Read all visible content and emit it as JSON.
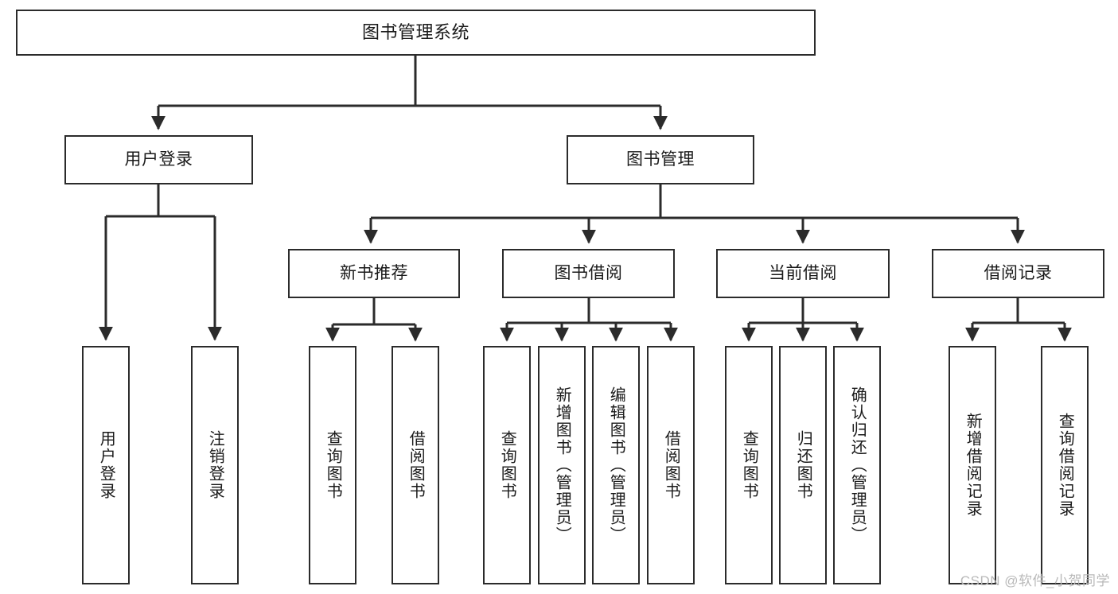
{
  "diagram": {
    "type": "tree",
    "title": "图书管理系统",
    "orientation": "top-down",
    "colors": {
      "box_border": "#2b2b2b",
      "box_fill": "#ffffff",
      "edge": "#2b2b2b",
      "text": "#1a1a1a",
      "watermark": "#b9b9b9",
      "background": "#ffffff"
    },
    "nodes": {
      "root": {
        "label": "图书管理系统",
        "level": 1
      },
      "user_login": {
        "label": "用户登录",
        "level": 2
      },
      "book_manage": {
        "label": "图书管理",
        "level": 2
      },
      "new_book_rec": {
        "label": "新书推荐",
        "level": 3
      },
      "book_borrow": {
        "label": "图书借阅",
        "level": 3
      },
      "current_borrow": {
        "label": "当前借阅",
        "level": 3
      },
      "borrow_record": {
        "label": "借阅记录",
        "level": 3
      },
      "leaf_user_login": {
        "label": "用户登录",
        "level": 4
      },
      "leaf_logout": {
        "label": "注销登录",
        "level": 4
      },
      "leaf_query_book_1": {
        "label": "查询图书",
        "level": 4
      },
      "leaf_borrow_book_1": {
        "label": "借阅图书",
        "level": 4
      },
      "leaf_query_book_2": {
        "label": "查询图书",
        "level": 4
      },
      "leaf_add_book": {
        "label": "新增图书（管理员）",
        "level": 4
      },
      "leaf_edit_book": {
        "label": "编辑图书（管理员）",
        "level": 4
      },
      "leaf_borrow_book_2": {
        "label": "借阅图书",
        "level": 4
      },
      "leaf_query_book_3": {
        "label": "查询图书",
        "level": 4
      },
      "leaf_return_book": {
        "label": "归还图书",
        "level": 4
      },
      "leaf_confirm_return": {
        "label": "确认归还（管理员）",
        "level": 4
      },
      "leaf_add_record": {
        "label": "新增借阅记录",
        "level": 4
      },
      "leaf_query_record": {
        "label": "查询借阅记录",
        "level": 4
      }
    },
    "edges": [
      {
        "from": "root",
        "to": "user_login"
      },
      {
        "from": "root",
        "to": "book_manage"
      },
      {
        "from": "user_login",
        "to": "leaf_user_login"
      },
      {
        "from": "user_login",
        "to": "leaf_logout"
      },
      {
        "from": "book_manage",
        "to": "new_book_rec"
      },
      {
        "from": "book_manage",
        "to": "book_borrow"
      },
      {
        "from": "book_manage",
        "to": "current_borrow"
      },
      {
        "from": "book_manage",
        "to": "borrow_record"
      },
      {
        "from": "new_book_rec",
        "to": "leaf_query_book_1"
      },
      {
        "from": "new_book_rec",
        "to": "leaf_borrow_book_1"
      },
      {
        "from": "book_borrow",
        "to": "leaf_query_book_2"
      },
      {
        "from": "book_borrow",
        "to": "leaf_add_book"
      },
      {
        "from": "book_borrow",
        "to": "leaf_edit_book"
      },
      {
        "from": "book_borrow",
        "to": "leaf_borrow_book_2"
      },
      {
        "from": "current_borrow",
        "to": "leaf_query_book_3"
      },
      {
        "from": "current_borrow",
        "to": "leaf_return_book"
      },
      {
        "from": "current_borrow",
        "to": "leaf_confirm_return"
      },
      {
        "from": "borrow_record",
        "to": "leaf_add_record"
      },
      {
        "from": "borrow_record",
        "to": "leaf_query_record"
      }
    ]
  },
  "watermark": {
    "text": "CSDN @软件_小贺同学"
  }
}
